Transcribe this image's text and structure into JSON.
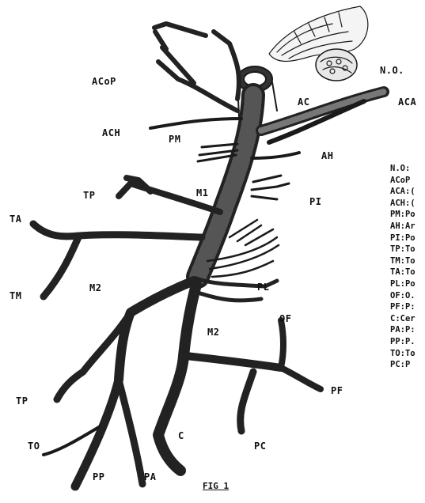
{
  "figure_caption": "FIG 1",
  "labels": {
    "no": "N.O.",
    "acop": "ACoP",
    "aca": "ACA",
    "ac": "AC",
    "ach": "ACH",
    "pm": "PM",
    "ah": "AH",
    "m1": "M1",
    "pi": "PI",
    "tp_upper": "TP",
    "ta": "TA",
    "tm": "TM",
    "m2_left": "M2",
    "m2_right": "M2",
    "pl": "PL",
    "of": "OF",
    "pf": "PF",
    "tp_lower": "TP",
    "to": "TO",
    "c": "C",
    "pc": "PC",
    "pp": "PP",
    "pa": "PA"
  },
  "legend": [
    "N.O:",
    "ACoP",
    "ACA:(",
    "ACH:(",
    "PM:Po",
    "AH:Ar",
    "PI:Po",
    "TP:To",
    "TM:To",
    "TA:To",
    "PL:Po",
    "OF:O.",
    "PF:P:",
    "C:Cer",
    "PA:P:",
    "PP:P.",
    "TO:To",
    "PC:P"
  ],
  "colors": {
    "ink": "#1a1a1a",
    "paper": "#ffffff"
  }
}
